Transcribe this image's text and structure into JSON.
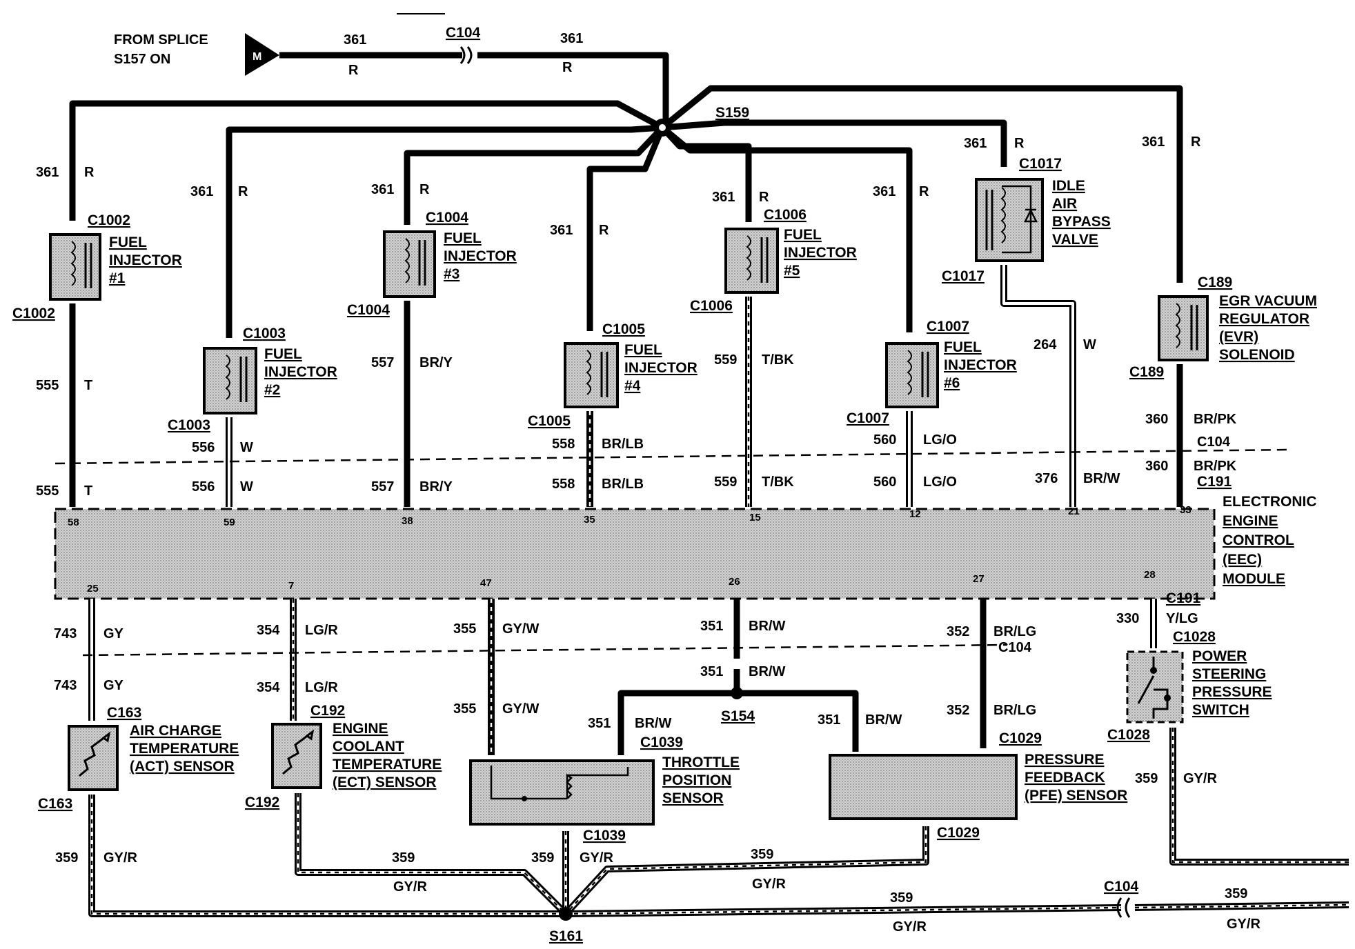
{
  "header": {
    "from_splice_line1": "FROM SPLICE",
    "from_splice_line2": "S157 ON",
    "splice_symbol": "M"
  },
  "splices": {
    "s159": "S159",
    "s154": "S154",
    "s161": "S161"
  },
  "module": {
    "lines": [
      "ELECTRONIC",
      "ENGINE",
      "CONTROL",
      "(EEC)",
      "MODULE"
    ],
    "top_pins": [
      "58",
      "59",
      "38",
      "35",
      "15",
      "12",
      "21",
      "33"
    ],
    "bottom_pins": [
      "25",
      "7",
      "47",
      "26",
      "27",
      "28"
    ]
  },
  "components": {
    "inj1": {
      "lines": [
        "FUEL",
        "INJECTOR",
        "#1"
      ],
      "conn_top": "C1002",
      "conn_bot": "C1002"
    },
    "inj2": {
      "lines": [
        "FUEL",
        "INJECTOR",
        "#2"
      ],
      "conn_top": "C1003",
      "conn_bot": "C1003"
    },
    "inj3": {
      "lines": [
        "FUEL",
        "INJECTOR",
        "#3"
      ],
      "conn_top": "C1004",
      "conn_bot": "C1004"
    },
    "inj4": {
      "lines": [
        "FUEL",
        "INJECTOR",
        "#4"
      ],
      "conn_top": "C1005",
      "conn_bot": "C1005"
    },
    "inj5": {
      "lines": [
        "FUEL",
        "INJECTOR",
        "#5"
      ],
      "conn_top": "C1006",
      "conn_bot": "C1006"
    },
    "inj6": {
      "lines": [
        "FUEL",
        "INJECTOR",
        "#6"
      ],
      "conn_top": "C1007",
      "conn_bot": "C1007"
    },
    "iab": {
      "lines": [
        "IDLE",
        "AIR",
        "BYPASS",
        "VALVE"
      ],
      "conn_top": "C1017",
      "conn_bot": "C1017"
    },
    "evr": {
      "lines": [
        "EGR VACUUM",
        "REGULATOR",
        "(EVR)",
        "SOLENOID"
      ],
      "conn_top": "C189",
      "conn_bot": "C189"
    },
    "act": {
      "lines": [
        "AIR CHARGE",
        "TEMPERATURE",
        "(ACT) SENSOR"
      ],
      "conn_top": "C163",
      "conn_bot": "C163"
    },
    "ect": {
      "lines": [
        "ENGINE",
        "COOLANT",
        "TEMPERATURE",
        "(ECT) SENSOR"
      ],
      "conn_top": "C192",
      "conn_bot": "C192"
    },
    "tps": {
      "lines": [
        "THROTTLE",
        "POSITION",
        "SENSOR"
      ],
      "conn_top": "C1039",
      "conn_bot": "C1039"
    },
    "pfe": {
      "lines": [
        "PRESSURE",
        "FEEDBACK",
        "(PFE) SENSOR"
      ],
      "conn_top": "C1029",
      "conn_bot": "C1029"
    },
    "pss": {
      "lines": [
        "POWER",
        "STEERING",
        "PRESSURE",
        "SWITCH"
      ],
      "conn_top": "C1028",
      "conn_bot": "C1028"
    }
  },
  "connectors": {
    "c104": "C104",
    "c191": "C191"
  },
  "wires": {
    "feed_left": {
      "circuit": "361",
      "color": "R"
    },
    "feed_right": {
      "circuit": "361",
      "color": "R"
    },
    "inj1_feed": {
      "circuit": "361",
      "color": "R"
    },
    "inj2_feed": {
      "circuit": "361",
      "color": "R"
    },
    "inj3_feed": {
      "circuit": "361",
      "color": "R"
    },
    "inj4_feed": {
      "circuit": "361",
      "color": "R"
    },
    "inj5_feed": {
      "circuit": "361",
      "color": "R"
    },
    "inj6_feed": {
      "circuit": "361",
      "color": "R"
    },
    "iab_feed": {
      "circuit": "361",
      "color": "R"
    },
    "evr_feed": {
      "circuit": "361",
      "color": "R"
    },
    "inj1_out": {
      "circuit": "555",
      "color": "T"
    },
    "inj1_ecu": {
      "circuit": "555",
      "color": "T"
    },
    "inj2_out": {
      "circuit": "556",
      "color": "W"
    },
    "inj2_ecu": {
      "circuit": "556",
      "color": "W"
    },
    "inj3_out": {
      "circuit": "557",
      "color": "BR/Y"
    },
    "inj3_ecu": {
      "circuit": "557",
      "color": "BR/Y"
    },
    "inj4_out": {
      "circuit": "558",
      "color": "BR/LB"
    },
    "inj4_ecu": {
      "circuit": "558",
      "color": "BR/LB"
    },
    "inj5_out": {
      "circuit": "559",
      "color": "T/BK"
    },
    "inj5_ecu": {
      "circuit": "559",
      "color": "T/BK"
    },
    "inj6_out": {
      "circuit": "560",
      "color": "LG/O"
    },
    "inj6_ecu": {
      "circuit": "560",
      "color": "LG/O"
    },
    "iab_out": {
      "circuit": "264",
      "color": "W"
    },
    "iab_ecu": {
      "circuit": "376",
      "color": "BR/W"
    },
    "evr_out": {
      "circuit": "360",
      "color": "BR/PK"
    },
    "evr_ecu": {
      "circuit": "360",
      "color": "BR/PK"
    },
    "act_ecu": {
      "circuit": "743",
      "color": "GY"
    },
    "act_in": {
      "circuit": "743",
      "color": "GY"
    },
    "ect_ecu": {
      "circuit": "354",
      "color": "LG/R"
    },
    "ect_in": {
      "circuit": "354",
      "color": "LG/R"
    },
    "tps_ecu": {
      "circuit": "355",
      "color": "GY/W"
    },
    "tps_in": {
      "circuit": "355",
      "color": "GY/W"
    },
    "vref_ecu": {
      "circuit": "351",
      "color": "BR/W"
    },
    "vref_c104": {
      "circuit": "351",
      "color": "BR/W"
    },
    "vref_tps": {
      "circuit": "351",
      "color": "BR/W"
    },
    "vref_pfe": {
      "circuit": "351",
      "color": "BR/W"
    },
    "pfe_ecu": {
      "circuit": "352",
      "color": "BR/LG"
    },
    "pfe_in": {
      "circuit": "352",
      "color": "BR/LG"
    },
    "pss_ecu": {
      "circuit": "330",
      "color": "Y/LG"
    },
    "pss_gnd": {
      "circuit": "359",
      "color": "GY/R"
    },
    "act_gnd": {
      "circuit": "359",
      "color": "GY/R"
    },
    "ect_gnd": {
      "circuit": "359",
      "color": "GY/R"
    },
    "tps_gnd": {
      "circuit": "359",
      "color": "GY/R"
    },
    "pfe_gnd": {
      "circuit": "359",
      "color": "GY/R"
    },
    "gnd_right": {
      "circuit": "359",
      "color": "GY/R"
    },
    "gnd_far_right": {
      "circuit": "359",
      "color": "GY/R"
    }
  }
}
